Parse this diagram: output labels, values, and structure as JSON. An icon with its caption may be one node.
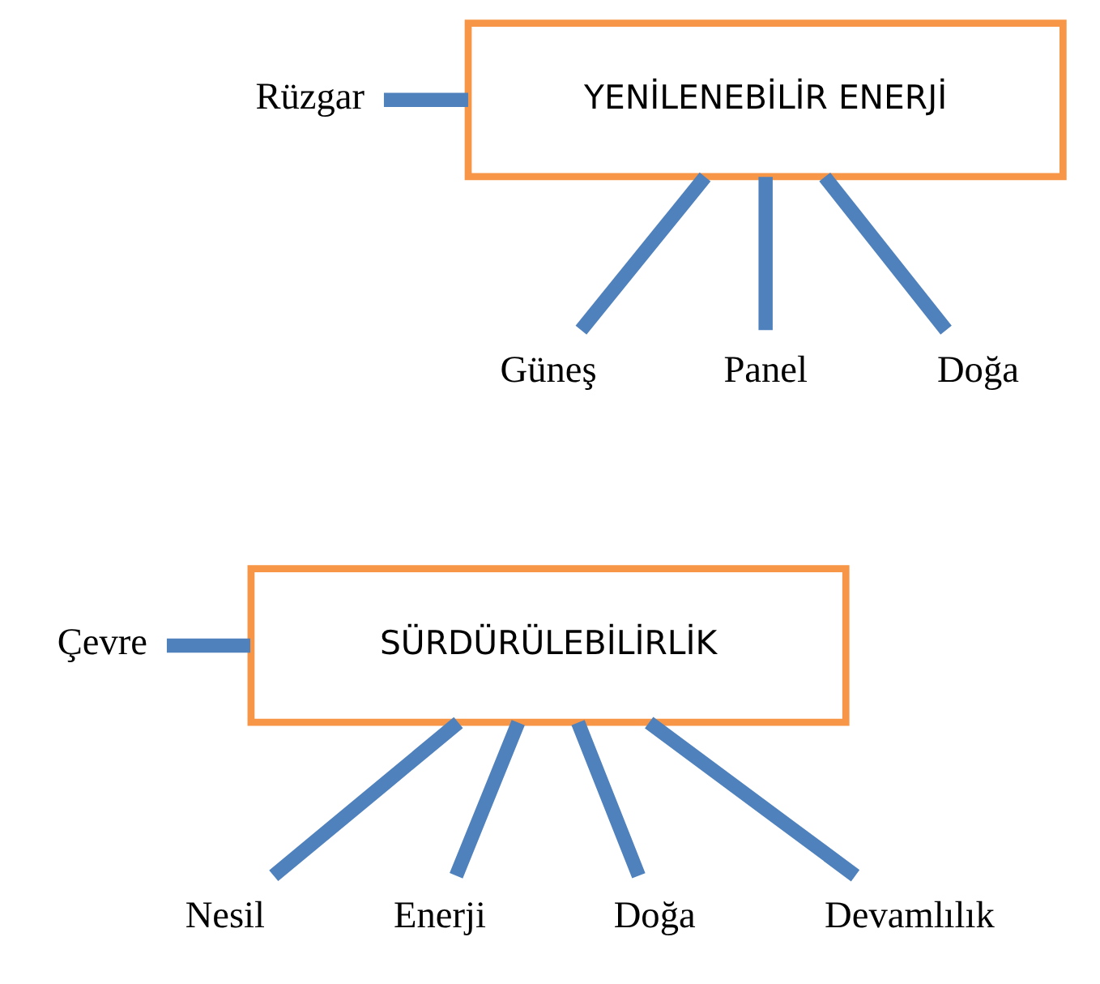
{
  "diagram": {
    "nodes": [
      {
        "text": [
          "YENİLENEBİLİR ENERJİ"
        ]
      },
      {
        "text": [
          "Rüzgar"
        ]
      },
      {
        "text": [
          "Güneş"
        ]
      },
      {
        "text": [
          "Panel"
        ]
      },
      {
        "text": [
          "Doğa"
        ]
      },
      {
        "text": [
          "SÜRDÜRÜLEBİLİRLİK"
        ]
      },
      {
        "text": [
          "Çevre"
        ]
      },
      {
        "text": [
          "Nesil"
        ]
      },
      {
        "text": [
          "Enerji"
        ]
      },
      {
        "text": [
          "Doğa"
        ]
      },
      {
        "text": [
          "Devamlılık"
        ]
      }
    ],
    "edges": [
      {
        "from": 1,
        "to": 0,
        "arrow": "none"
      },
      {
        "from": 0,
        "to": 2,
        "arrow": "none"
      },
      {
        "from": 0,
        "to": 3,
        "arrow": "none"
      },
      {
        "from": 0,
        "to": 4,
        "arrow": "none"
      },
      {
        "from": 6,
        "to": 5,
        "arrow": "none"
      },
      {
        "from": 5,
        "to": 7,
        "arrow": "none"
      },
      {
        "from": 5,
        "to": 8,
        "arrow": "none"
      },
      {
        "from": 5,
        "to": 9,
        "arrow": "none"
      },
      {
        "from": 5,
        "to": 10,
        "arrow": "none"
      }
    ]
  }
}
